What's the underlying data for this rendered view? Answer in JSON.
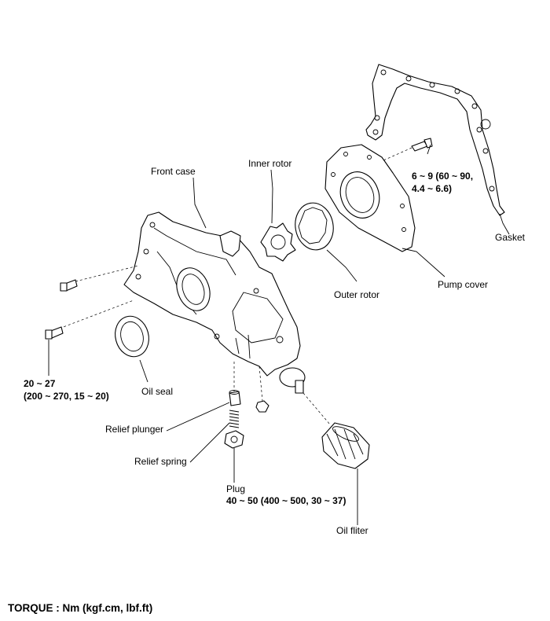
{
  "labels": {
    "front_case": "Front case",
    "inner_rotor": "Inner rotor",
    "outer_rotor": "Outer rotor",
    "pump_cover": "Pump cover",
    "gasket": "Gasket",
    "oil_seal": "Oil seal",
    "relief_plunger": "Relief plunger",
    "relief_spring": "Relief spring",
    "plug": "Plug",
    "oil_filter": "Oil fliter"
  },
  "specs": {
    "cover_bolt_line1": "6 ~ 9 (60 ~ 90,",
    "cover_bolt_line2": "4.4 ~ 6.6)",
    "case_bolt_line1": "20 ~ 27",
    "case_bolt_line2": "(200 ~ 270, 15 ~ 20)",
    "plug_torque": "40 ~ 50 (400 ~ 500, 30 ~ 37)"
  },
  "footer": {
    "torque_units": "TORQUE :  Nm (kgf.cm, lbf.ft)"
  }
}
